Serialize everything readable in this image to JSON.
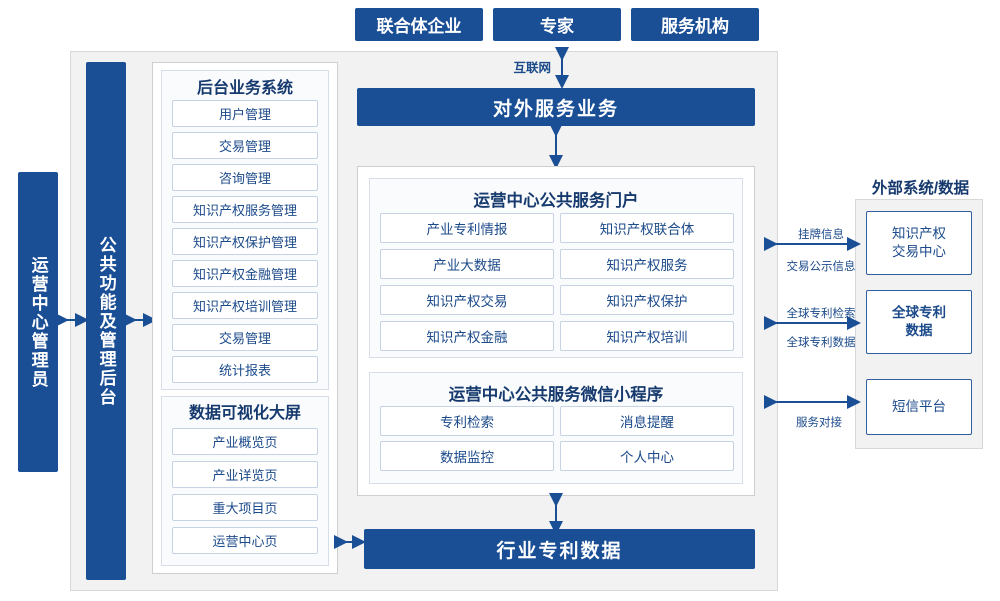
{
  "top_entities": [
    {
      "label": "联合体企业"
    },
    {
      "label": "专家"
    },
    {
      "label": "服务机构"
    }
  ],
  "internet_label": "互联网",
  "external_service_bar": "对外服务业务",
  "industry_patent_bar": "行业专利数据",
  "left_bars": [
    {
      "label": "运营中心管理员"
    },
    {
      "label": "公共功能及管理后台"
    }
  ],
  "backoffice": {
    "title": "后台业务系统",
    "items": [
      "用户管理",
      "交易管理",
      "咨询管理",
      "知识产权服务管理",
      "知识产权保护管理",
      "知识产权金融管理",
      "知识产权培训管理",
      "交易管理",
      "统计报表"
    ]
  },
  "dashboard": {
    "title": "数据可视化大屏",
    "items": [
      "产业概览页",
      "产业详览页",
      "重大项目页",
      "运营中心页"
    ]
  },
  "portal": {
    "title": "运营中心公共服务门户",
    "items": [
      "产业专利情报",
      "知识产权联合体",
      "产业大数据",
      "知识产权服务",
      "知识产权交易",
      "知识产权保护",
      "知识产权金融",
      "知识产权培训"
    ]
  },
  "miniprogram": {
    "title": "运营中心公共服务微信小程序",
    "items": [
      "专利检索",
      "消息提醒",
      "数据监控",
      "个人中心"
    ]
  },
  "external": {
    "title": "外部系统/数据",
    "boxes": [
      {
        "label": "知识产权\n交易中心"
      },
      {
        "label": "全球专利\n数据"
      },
      {
        "label": "短信平台"
      }
    ],
    "link_labels": [
      "挂牌信息",
      "交易公示信息",
      "全球专利检索",
      "全球专利数据",
      "服务对接"
    ]
  },
  "colors": {
    "primary": "#1a4f96",
    "panel_border": "#c6d3e4",
    "grey_bg": "#f2f2f2",
    "text": "#1b4a8a"
  }
}
